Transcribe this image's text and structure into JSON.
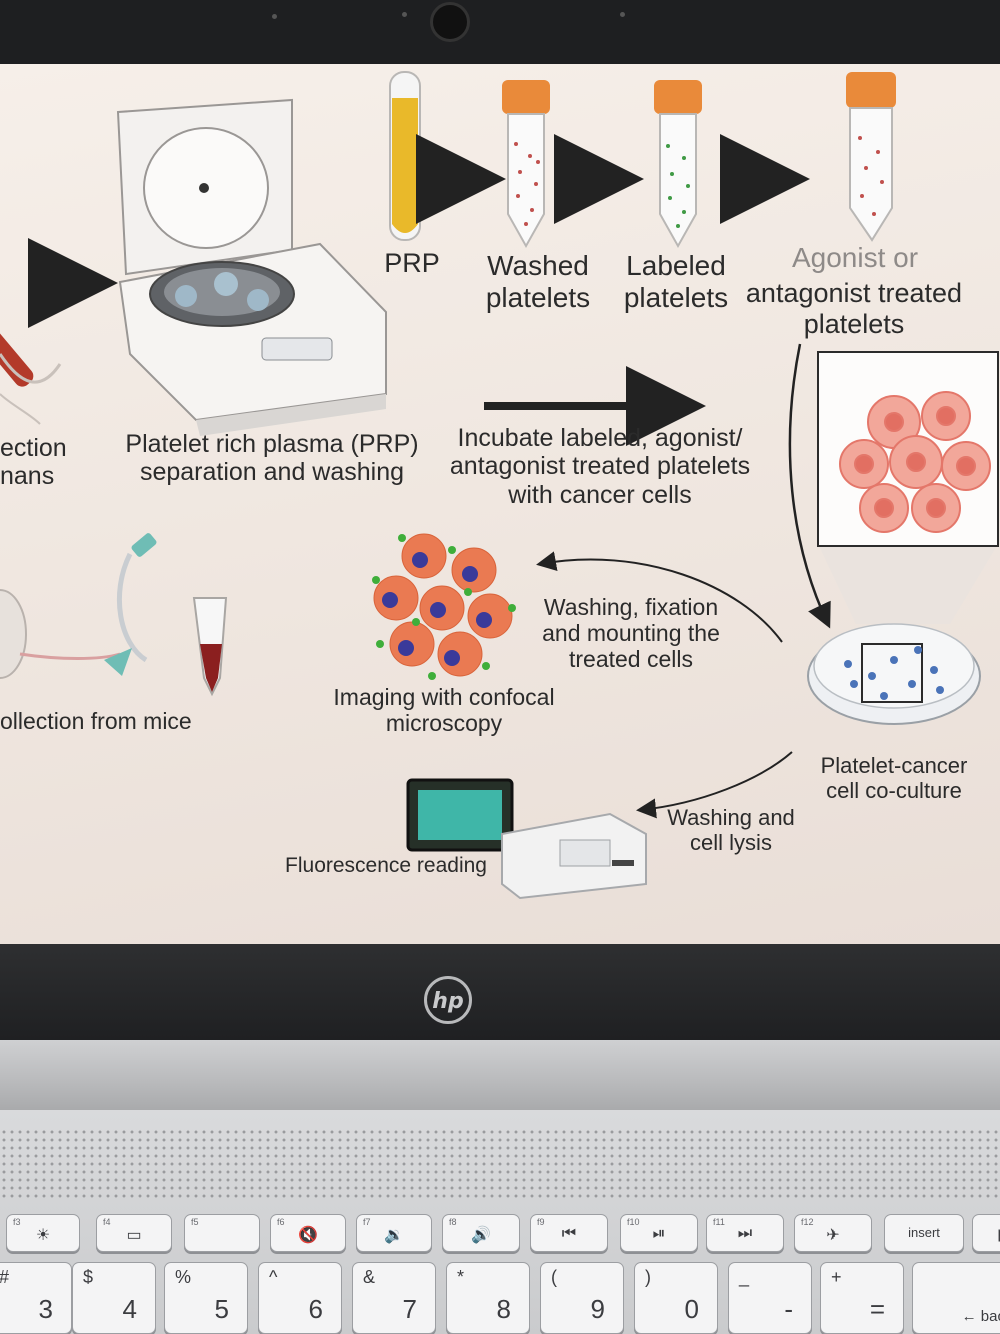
{
  "figure": {
    "step_labels": {
      "prp": "PRP",
      "washed": "Washed\nplatelets",
      "labeled": "Labeled\nplatelets",
      "agonist_line1": "Agonist or",
      "agonist_rest": "antagonist treated\nplatelets",
      "injection": "ection\nnans",
      "separation": "Platelet rich plasma (PRP)\nseparation and washing",
      "incubate": "Incubate labeled, agonist/\nantagonist treated platelets\nwith cancer cells",
      "collection": "ollection from mice",
      "washing_fixation": "Washing, fixation\nand mounting the\ntreated cells",
      "imaging": "Imaging with confocal\nmicroscopy",
      "coculture": "Platelet-cancer\ncell co-culture",
      "lysis": "Washing and\ncell lysis",
      "fluorescence": "Fluorescence reading"
    }
  },
  "laptop": {
    "logo": "hp",
    "fn_keys": [
      {
        "fn": "f3",
        "icon": "☀"
      },
      {
        "fn": "f4",
        "icon": "▭"
      },
      {
        "fn": "f5",
        "icon": ""
      },
      {
        "fn": "f6",
        "icon": "🔇"
      },
      {
        "fn": "f7",
        "icon": "🔉"
      },
      {
        "fn": "f8",
        "icon": "🔊"
      },
      {
        "fn": "f9",
        "icon": "⏮"
      },
      {
        "fn": "f10",
        "icon": "⏯"
      },
      {
        "fn": "f11",
        "icon": "⏭"
      },
      {
        "fn": "f12",
        "icon": "✈"
      },
      {
        "fn": "",
        "icon": "insert"
      },
      {
        "fn": "",
        "icon": "p"
      }
    ],
    "number_keys": [
      {
        "top": "#",
        "bottom": "3"
      },
      {
        "top": "$",
        "bottom": "4"
      },
      {
        "top": "%",
        "bottom": "5"
      },
      {
        "top": "^",
        "bottom": "6"
      },
      {
        "top": "&",
        "bottom": "7"
      },
      {
        "top": "*",
        "bottom": "8"
      },
      {
        "top": "(",
        "bottom": "9"
      },
      {
        "top": ")",
        "bottom": "0"
      },
      {
        "top": "_",
        "bottom": "-"
      },
      {
        "top": "+",
        "bottom": "="
      },
      {
        "top": "",
        "bottom": "← bac"
      }
    ]
  }
}
